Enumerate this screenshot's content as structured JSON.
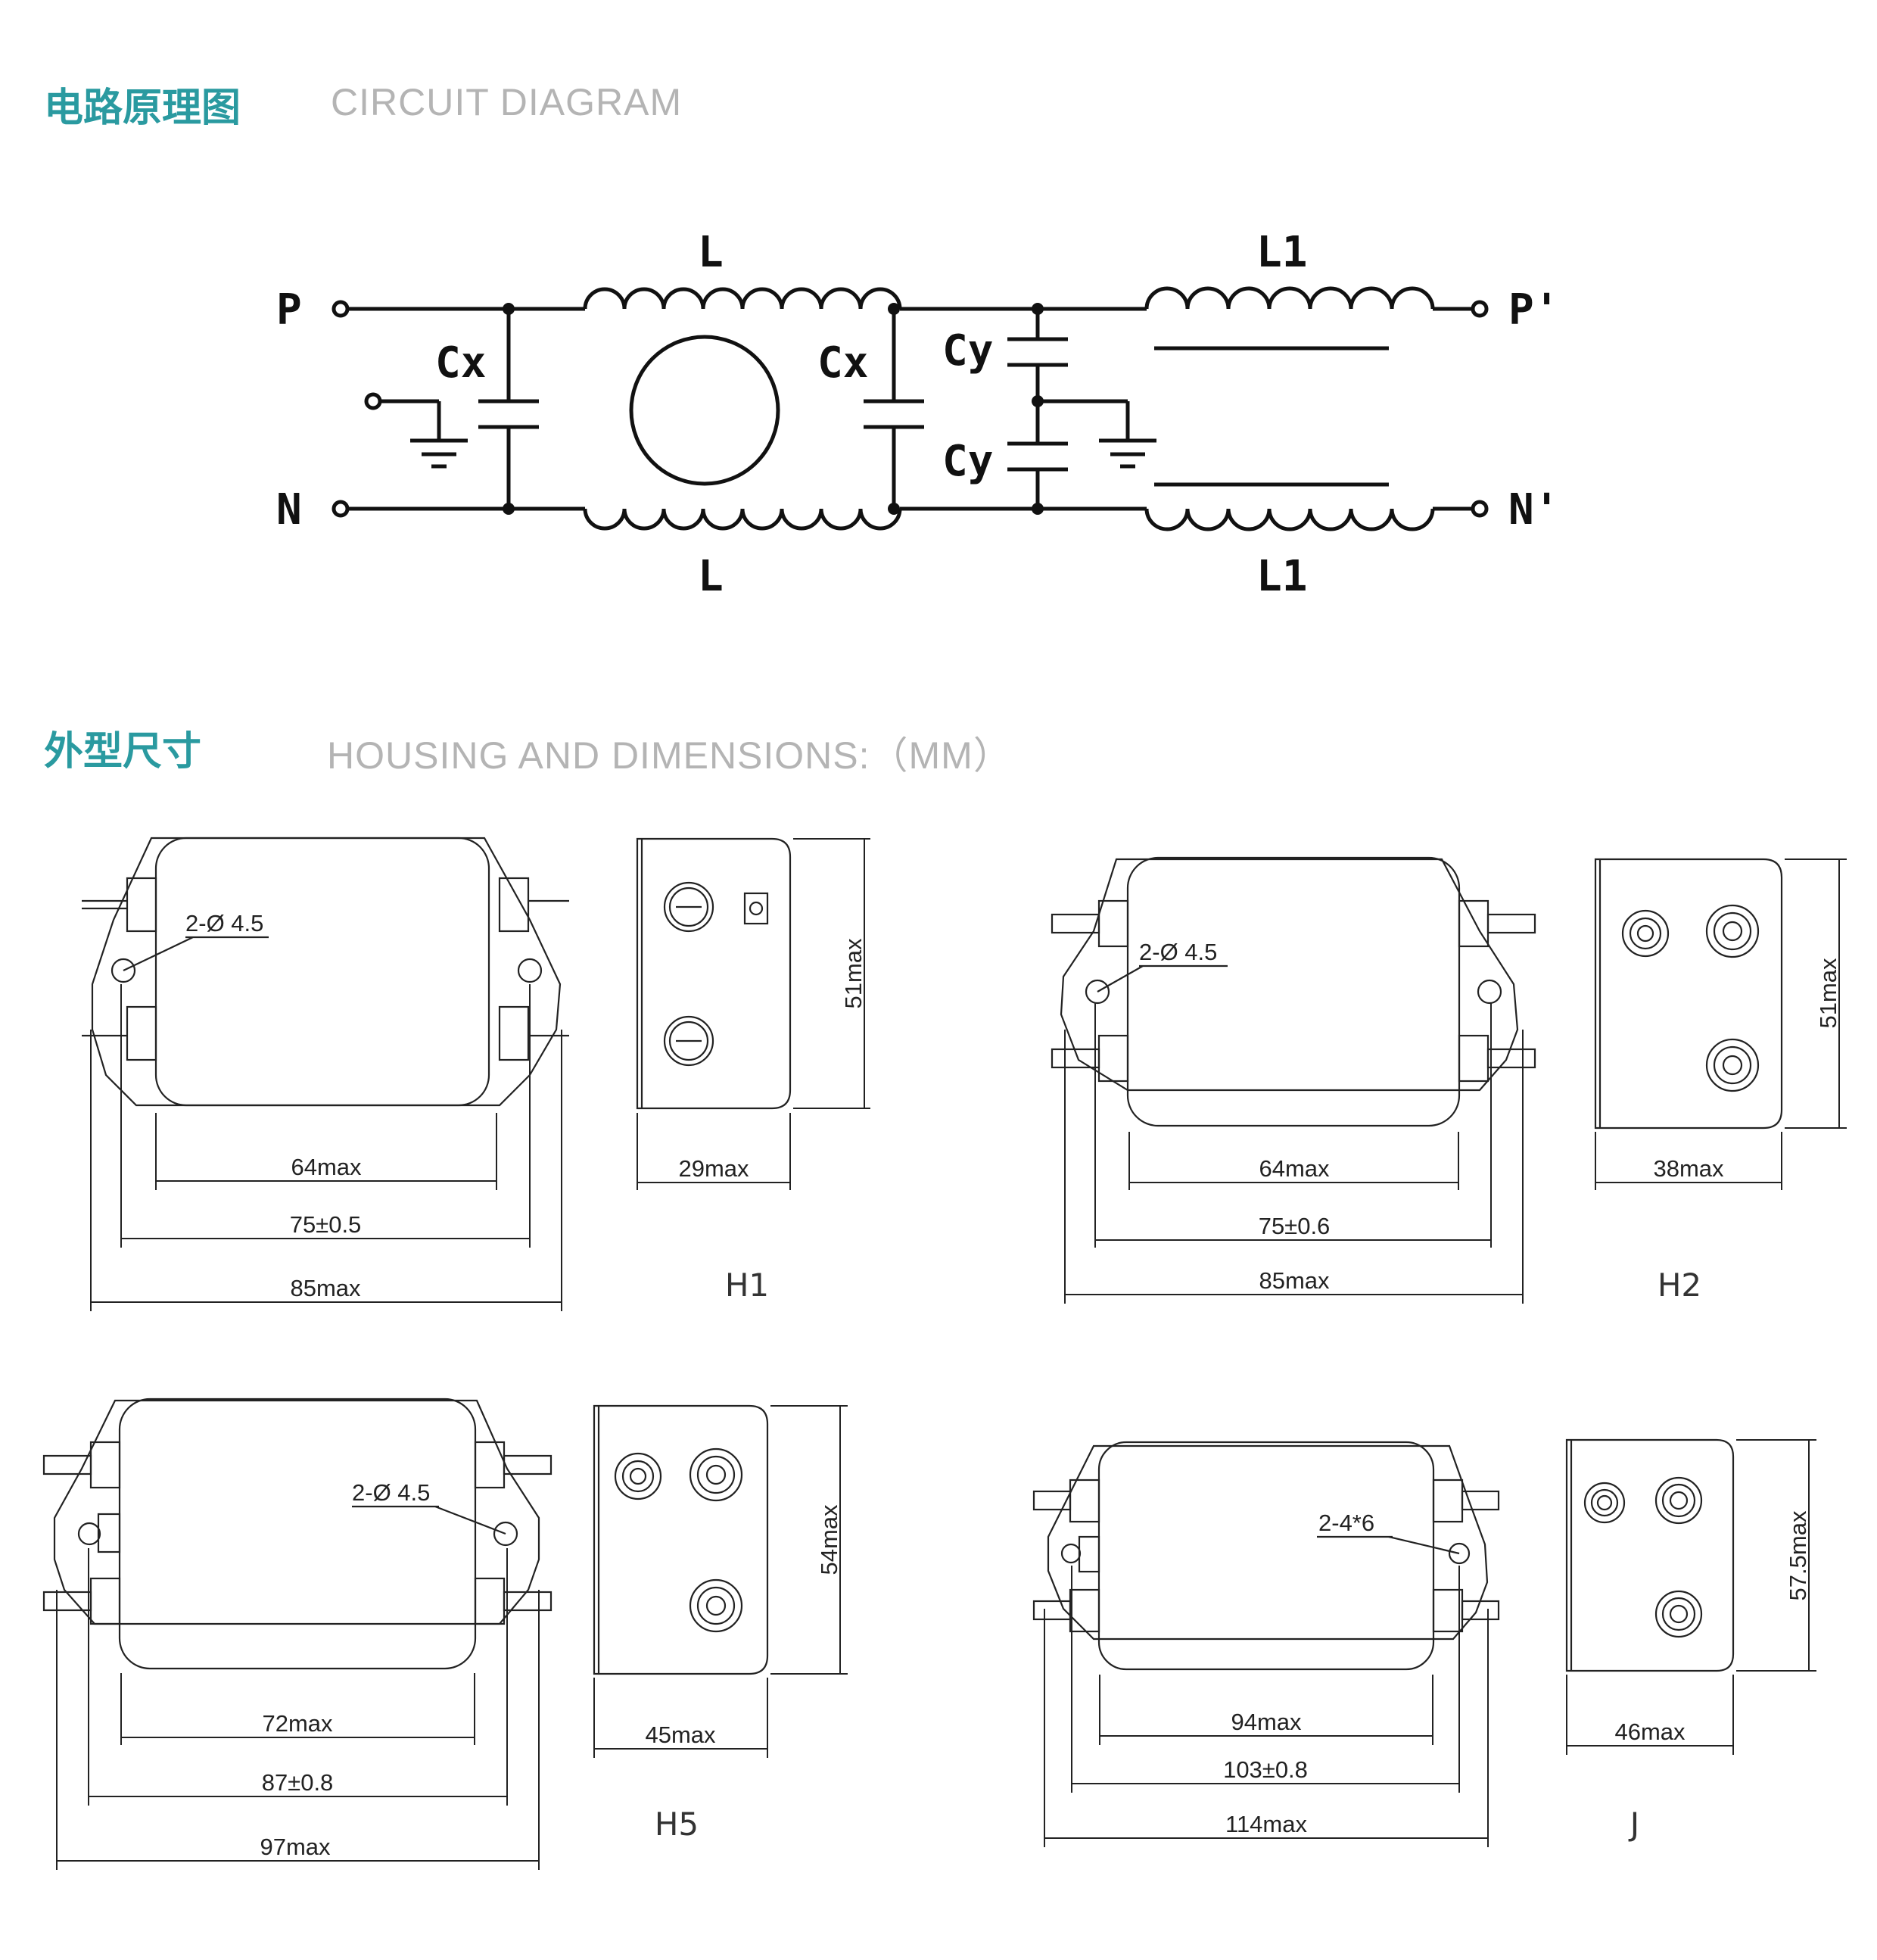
{
  "headings": {
    "circuit_cn": "电路原理图",
    "circuit_en": "CIRCUIT DIAGRAM",
    "housing_cn": "外型尺寸",
    "housing_en": "HOUSING AND DIMENSIONS:（MM）"
  },
  "circuit": {
    "terminal_p": "P",
    "terminal_n": "N",
    "terminal_p_out": "P'",
    "terminal_n_out": "N'",
    "inductor_l": "L",
    "inductor_l1": "L1",
    "cap_x": "Cx",
    "cap_y": "Cy"
  },
  "models": {
    "h1": {
      "name": "H1",
      "hole": "2-Ø 4.5",
      "inner_w": "64max",
      "hole_spacing": "75±0.5",
      "total_w": "85max",
      "depth": "29max",
      "height": "51max"
    },
    "h2": {
      "name": "H2",
      "hole": "2-Ø 4.5",
      "inner_w": "64max",
      "hole_spacing": "75±0.6",
      "total_w": "85max",
      "depth": "38max",
      "height": "51max"
    },
    "h5": {
      "name": "H5",
      "hole": "2-Ø 4.5",
      "inner_w": "72max",
      "hole_spacing": "87±0.8",
      "total_w": "97max",
      "depth": "45max",
      "height": "54max"
    },
    "j": {
      "name": "J",
      "hole": "2-4*6",
      "inner_w": "94max",
      "hole_spacing": "103±0.8",
      "total_w": "114max",
      "depth": "46max",
      "height": "57.5max"
    }
  }
}
